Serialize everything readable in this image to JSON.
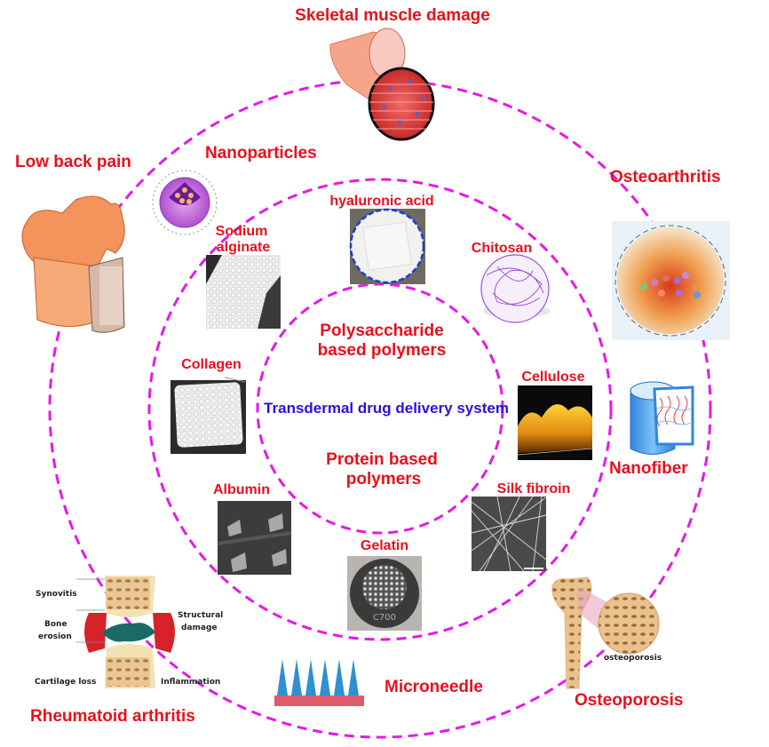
{
  "title": "Transdermal drug delivery system",
  "colors": {
    "label": "#e8101c",
    "center_label": "#2a10e0",
    "ring": "#e619e6"
  },
  "center": {
    "title": "Transdermal drug delivery system",
    "polysaccharide": [
      "Polysaccharide",
      "based polymers"
    ],
    "protein": [
      "Protein based",
      "polymers"
    ]
  },
  "polymers": {
    "hyaluronic_acid": "hyaluronic acid",
    "sodium_alginate": [
      "Sodium",
      "alginate"
    ],
    "chitosan": "Chitosan",
    "collagen": "Collagen",
    "cellulose": "Cellulose",
    "albumin": "Albumin",
    "silk_fibroin": "Silk fibroin",
    "gelatin": "Gelatin",
    "gelatin_stamp": "C700"
  },
  "technologies": {
    "nanoparticles": "Nanoparticles",
    "nanofiber": "Nanofiber",
    "microneedle": "Microneedle"
  },
  "diseases": {
    "skeletal_muscle": "Skeletal muscle damage",
    "low_back_pain": "Low back pain",
    "osteoarthritis": "Osteoarthritis",
    "rheumatoid_arthritis": "Rheumatoid arthritis",
    "osteoporosis": "Osteoporosis"
  },
  "ra_annotations": {
    "synovitis": "Synovitis",
    "bone_erosion": [
      "Bone",
      "erosion"
    ],
    "cartilage_loss": "Cartilage loss",
    "structural_damage": [
      "Structural",
      "damage"
    ],
    "inflammation": "Inflammation"
  },
  "osteoporosis_annotation": "osteoporosis"
}
